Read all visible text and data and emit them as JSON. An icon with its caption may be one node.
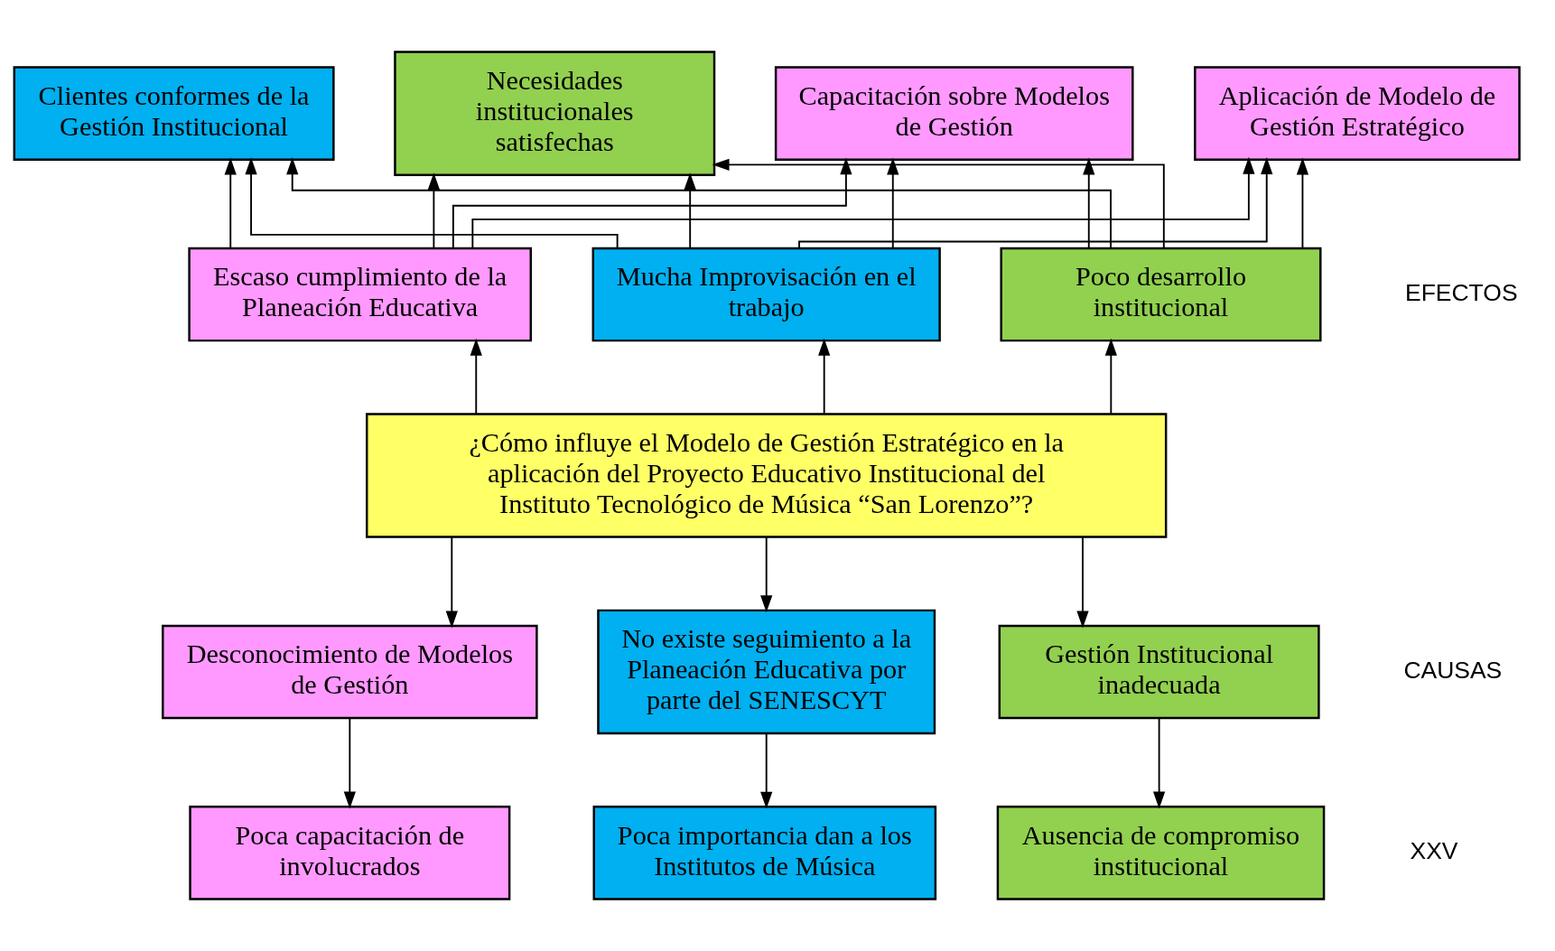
{
  "diagram": {
    "nodes": [
      {
        "text": [
          "Capacitación sobre Modelos de Gestión"
        ]
      },
      {
        "text": [
          "Aplicación de Modelo de Gestión Estratégico"
        ]
      },
      {
        "text": [
          "Clientes conformes de la Gestión Institucional"
        ]
      },
      {
        "text": [
          "Necesidades institucionales satisfechas"
        ]
      },
      {
        "text": [
          "Escaso cumplimiento de la Planeación Educativa"
        ]
      },
      {
        "text": [
          "Mucha Improvisación en el trabajo"
        ]
      },
      {
        "text": [
          "Poco desarrollo institucional"
        ]
      },
      {
        "text": [
          "¿Cómo influye el Modelo de Gestión Estratégico en la aplicación del Proyecto Educativo Institucional del Instituto Tecnológico de Música “San Lorenzo”?"
        ]
      },
      {
        "text": [
          "Desconocimiento de Modelos de Gestión"
        ]
      },
      {
        "text": [
          "No existe seguimiento a la Planeación Educativa por parte del SENESCYT"
        ]
      },
      {
        "text": [
          "Gestión Institucional inadecuada"
        ]
      },
      {
        "text": [
          "Poca capacitación de involucrados"
        ]
      },
      {
        "text": [
          "Poca importancia dan a los Institutos de Música"
        ]
      },
      {
        "text": [
          "Ausencia de compromiso institucional"
        ]
      }
    ],
    "edges": [
      {
        "from": 4,
        "to": 0,
        "arrow": "to"
      },
      {
        "from": 4,
        "to": 1,
        "arrow": "to"
      },
      {
        "from": 4,
        "to": 2,
        "arrow": "to"
      },
      {
        "from": 4,
        "to": 3,
        "arrow": "to"
      },
      {
        "from": 5,
        "to": 0,
        "arrow": "to"
      },
      {
        "from": 5,
        "to": 1,
        "arrow": "to"
      },
      {
        "from": 5,
        "to": 2,
        "arrow": "to"
      },
      {
        "from": 5,
        "to": 3,
        "arrow": "to"
      },
      {
        "from": 6,
        "to": 0,
        "arrow": "to"
      },
      {
        "from": 6,
        "to": 1,
        "arrow": "to"
      },
      {
        "from": 6,
        "to": 2,
        "arrow": "to"
      },
      {
        "from": 6,
        "to": 3,
        "arrow": "to"
      },
      {
        "from": 7,
        "to": 4,
        "arrow": "to"
      },
      {
        "from": 7,
        "to": 5,
        "arrow": "to"
      },
      {
        "from": 7,
        "to": 6,
        "arrow": "to"
      },
      {
        "from": 7,
        "to": 8,
        "arrow": "to"
      },
      {
        "from": 7,
        "to": 9,
        "arrow": "to"
      },
      {
        "from": 7,
        "to": 10,
        "arrow": "to"
      },
      {
        "from": 8,
        "to": 11,
        "arrow": "to"
      },
      {
        "from": 9,
        "to": 12,
        "arrow": "to"
      },
      {
        "from": 10,
        "to": 13,
        "arrow": "to"
      }
    ],
    "labels": [
      "EFECTOS",
      "CAUSAS",
      "XXV"
    ]
  }
}
